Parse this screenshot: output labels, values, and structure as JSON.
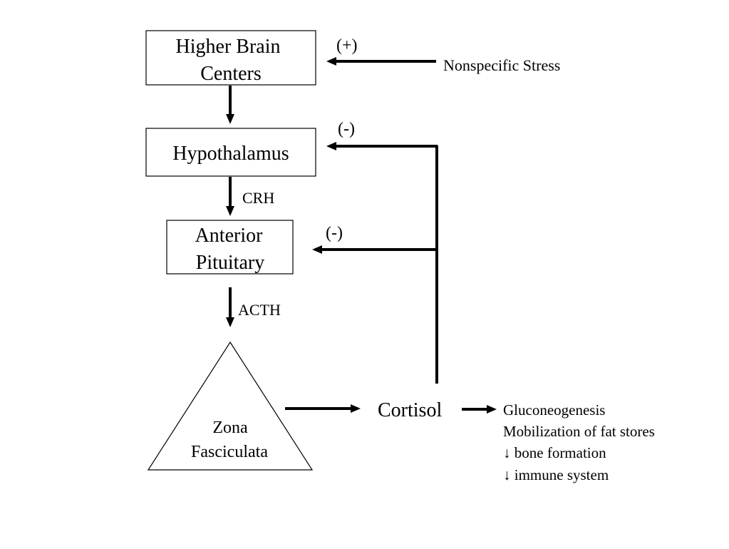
{
  "nodes": {
    "higher_brain_centers": [
      "Higher Brain",
      "Centers"
    ],
    "hypothalamus": "Hypothalamus",
    "anterior_pituitary": [
      "Anterior",
      "Pituitary"
    ],
    "zona_fasciculata": [
      "Zona",
      "Fasciculata"
    ],
    "cortisol": "Cortisol",
    "nonspecific_stress": "Nonspecific Stress"
  },
  "edge_labels": {
    "stress_sign": "(+)",
    "hypothalamus_feedback_sign": "(-)",
    "pituitary_feedback_sign": "(-)",
    "crh": "CRH",
    "acth": "ACTH"
  },
  "effects": [
    "Gluconeogenesis",
    "Mobilization of fat stores",
    "↓ bone formation",
    "↓ immune system"
  ]
}
